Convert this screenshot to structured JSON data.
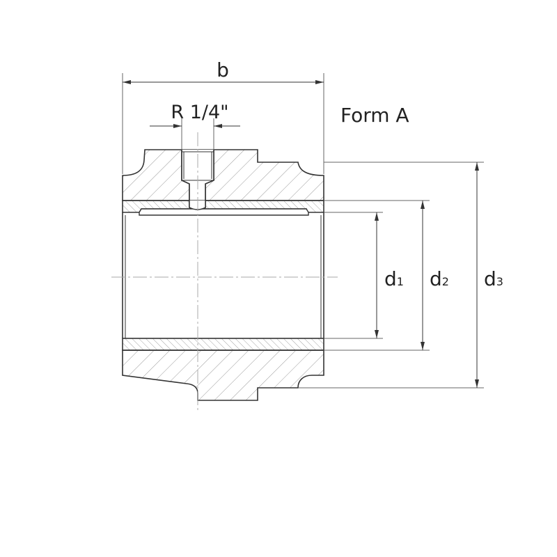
{
  "title": "Form A",
  "dimensions": {
    "width": "b",
    "thread": "R 1/4\"",
    "d1": {
      "main": "d",
      "sub": "1"
    },
    "d2": {
      "main": "d",
      "sub": "2"
    },
    "d3": {
      "main": "d",
      "sub": "3"
    }
  },
  "colors": {
    "line": "#333333",
    "hatch": "#999999",
    "thin": "#666666"
  }
}
